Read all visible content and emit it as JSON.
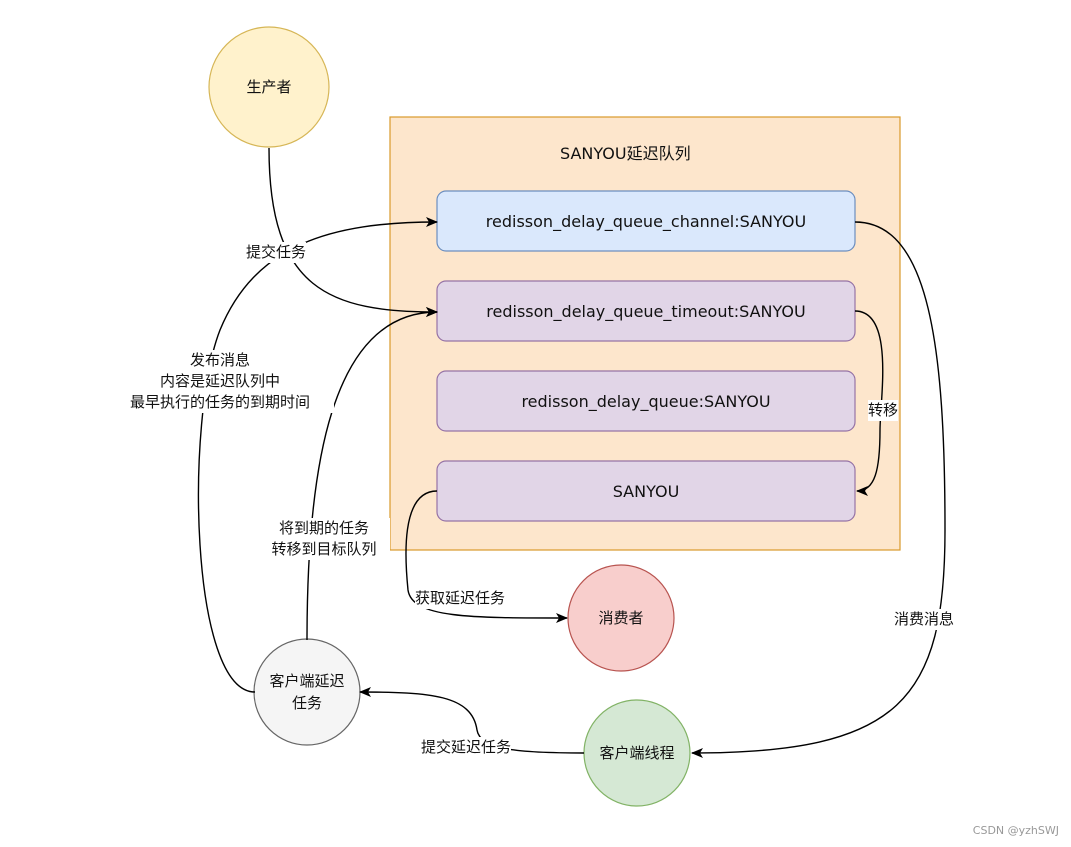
{
  "queue_group": {
    "title": "SANYOU延迟队列",
    "fill": "#fde6cc",
    "stroke": "#d99a2b"
  },
  "queues": [
    {
      "label": "redisson_delay_queue_channel:SANYOU",
      "fill": "#dae8fc",
      "stroke": "#6c8ebf"
    },
    {
      "label": "redisson_delay_queue_timeout:SANYOU",
      "fill": "#e1d5e7",
      "stroke": "#9673a6"
    },
    {
      "label": "redisson_delay_queue:SANYOU",
      "fill": "#e1d5e7",
      "stroke": "#9673a6"
    },
    {
      "label": "SANYOU",
      "fill": "#e1d5e7",
      "stroke": "#9673a6"
    }
  ],
  "actors": {
    "producer": {
      "label": "生产者",
      "fill": "#fff2cc",
      "stroke": "#d6b656"
    },
    "consumer": {
      "label": "消费者",
      "fill": "#f8cecc",
      "stroke": "#b85450"
    },
    "client_delay_task": {
      "label": "客户端延迟\n任务",
      "fill": "#f5f5f5",
      "stroke": "#666666"
    },
    "client_thread": {
      "label": "客户端线程",
      "fill": "#d5e8d4",
      "stroke": "#82b366"
    }
  },
  "edge_labels": {
    "submit_task": "提交任务",
    "publish_message": "发布消息\n内容是延迟队列中\n最早执行的任务的到期时间",
    "transfer": "转移",
    "move_expired": "将到期的任务\n转移到目标队列",
    "fetch_delayed": "获取延迟任务",
    "consume_message": "消费消息",
    "submit_delayed": "提交延迟任务"
  },
  "watermark": "CSDN @yzhSWJ"
}
